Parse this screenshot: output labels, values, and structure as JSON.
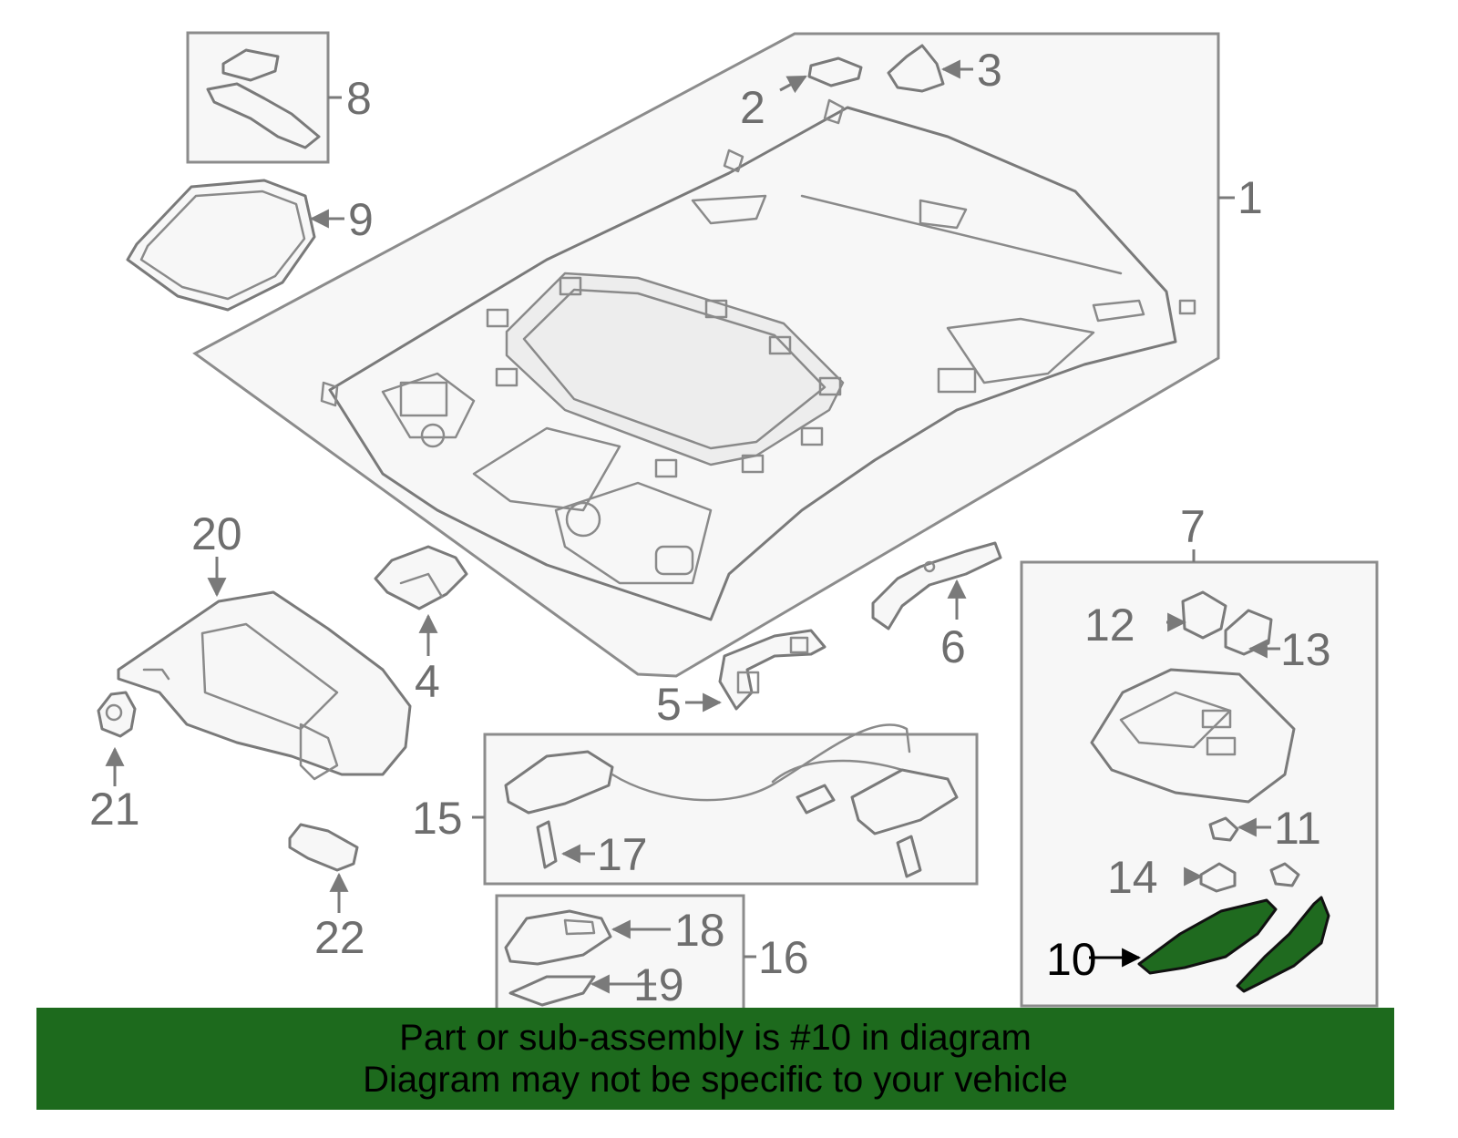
{
  "callouts": {
    "c1": "1",
    "c2": "2",
    "c3": "3",
    "c4": "4",
    "c5": "5",
    "c6": "6",
    "c7": "7",
    "c8": "8",
    "c9": "9",
    "c10": "10",
    "c11": "11",
    "c12": "12",
    "c13": "13",
    "c14": "14",
    "c15": "15",
    "c16": "16",
    "c17": "17",
    "c18": "18",
    "c19": "19",
    "c20": "20",
    "c21": "21",
    "c22": "22"
  },
  "highlighted_part": "10",
  "colors": {
    "highlight": "#1d6a1d",
    "line": "#7a7a7a",
    "label": "#6e6e6e"
  },
  "banner": {
    "line1": "Part or sub-assembly is #10 in diagram",
    "line2": "Diagram may not be specific to your vehicle"
  }
}
